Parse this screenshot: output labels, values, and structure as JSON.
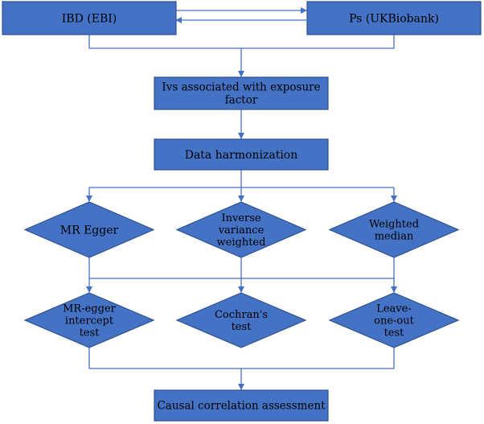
{
  "colors": {
    "fill": "#4472C4",
    "stroke": "#2F528F",
    "line": "#4472C4",
    "text": "#000000"
  },
  "nodes": {
    "ibd": [
      "IBD (EBI)"
    ],
    "ps": [
      "Ps (UKBiobank)"
    ],
    "ivs": [
      "Ivs associated with exposure",
      "factor"
    ],
    "harmonization": [
      "Data harmonization"
    ],
    "mr_egger": [
      "MR Egger"
    ],
    "ivw": [
      "Inverse",
      "variance",
      "weighted"
    ],
    "weighted_median": [
      "Weighted",
      "median"
    ],
    "mr_egger_intercept": [
      "MR-egger",
      "intercept",
      "test"
    ],
    "cochran": [
      "Cochran's",
      "test"
    ],
    "leave_one_out": [
      "Leave-",
      "one-out",
      "test"
    ],
    "causal": [
      "Causal correlation assessment"
    ]
  }
}
